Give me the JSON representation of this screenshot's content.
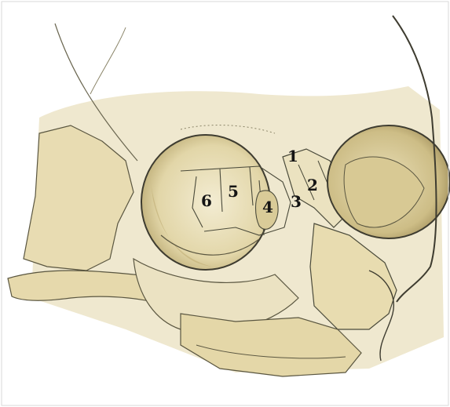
{
  "illustration": {
    "subject": "skull-lateral-orbit-view",
    "bone_color": "#ece4c6",
    "shadow_color": "#b8a878",
    "outline_color": "#4a4a3a"
  },
  "labels": [
    {
      "id": "1",
      "text": "1"
    },
    {
      "id": "2",
      "text": "2"
    },
    {
      "id": "3",
      "text": "3"
    },
    {
      "id": "4",
      "text": "4"
    },
    {
      "id": "5",
      "text": "5"
    },
    {
      "id": "6",
      "text": "6"
    }
  ]
}
